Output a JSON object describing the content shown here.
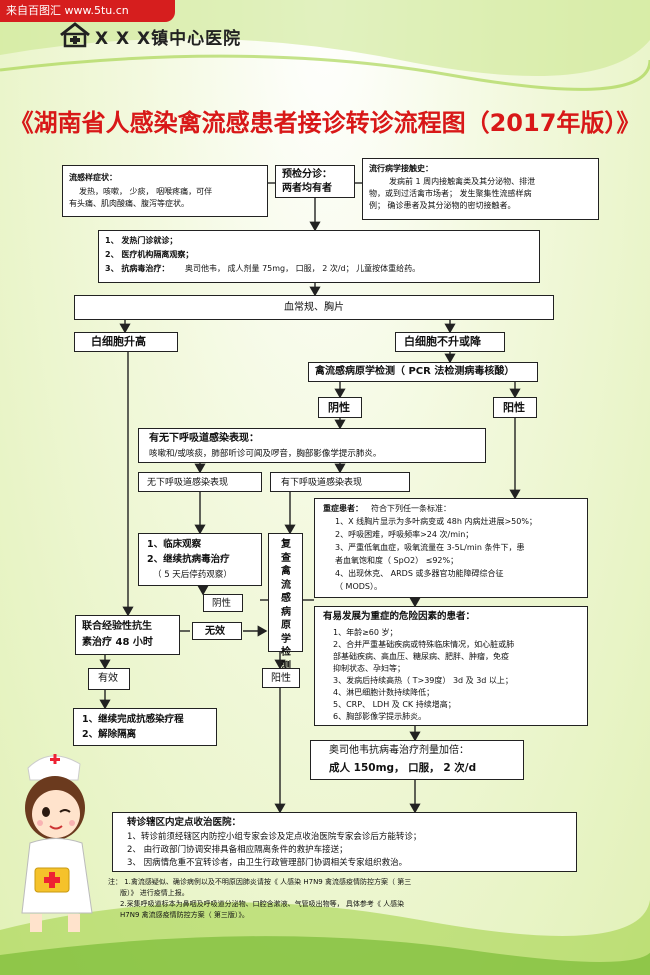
{
  "watermark": "来自百图汇 www.5tu.cn",
  "hospital_name": "X X X镇中心医院",
  "title": "《湖南省人感染禽流感患者接诊转诊流程图（2017年版）》",
  "flu_symptoms": {
    "label": "流感样症状：",
    "text1": "发热，咳嗽， 少痰， 咽喉疼痛，可伴",
    "text2": "有头痛、肌肉酸痛、腹泻等症状。"
  },
  "triage": {
    "line1": "预检分诊：",
    "line2": "两者均有者"
  },
  "epidemiology": {
    "label": "流行病学接触史：",
    "line1": "发病前 1 周内接触禽类及其分泌物、排泄",
    "line2": "物，或到过活禽市场者； 发生聚集性流感样病",
    "line3": "例； 确诊患者及其分泌物的密切接触者。"
  },
  "outpatient": {
    "item1": "1、 发热门诊就诊；",
    "item2": "2、 医疗机构隔离观察；",
    "item3": "3、 抗病毒治疗：",
    "item3_detail": "奥司他韦， 成人剂量 75mg， 口服， 2 次/d； 儿童按体重给药。"
  },
  "blood_test": "血常规、胸片",
  "wbc_high": "白细胞升高",
  "wbc_low": "白细胞不升或降",
  "pcr": "禽流感病原学检测（ PCR 法检测病毒核酸）",
  "negative": "阴性",
  "positive": "阳性",
  "lower_resp": {
    "label": "有无下呼吸道感染表现：",
    "text": "咳嗽和/或咳痰，肺部听诊可闻及啰音，胸部影像学提示肺炎。"
  },
  "no_lower": "无下呼吸道感染表现",
  "has_lower": "有下呼吸道感染表现",
  "observe": {
    "item1": "1、临床观察",
    "item2": "2、继续抗病毒治疗",
    "item3": "（ 5 天后停药观察）"
  },
  "retest": "复查禽流感病原学检测",
  "negative2": "阴性",
  "positive2": "阳性",
  "antibiotic": {
    "line1": "联合经验性抗生",
    "line2": "素治疗 48 小时"
  },
  "ineffective": "无效",
  "effective": "有效",
  "complete": {
    "item1": "1、继续完成抗感染疗程",
    "item2": "2、解除隔离"
  },
  "severe": {
    "label": "重症患者：",
    "intro": "符合下列任一条标准：",
    "c1": "1、X 线胸片显示为多叶病变或 48h 内病灶进展>50%；",
    "c2": "2、呼吸困难，呼吸频率>24 次/min；",
    "c3a": "3、严重低氧血症，吸氧流量在 3-5L/min 条件下，患",
    "c3b": "者血氧饱和度（ SpO2） ≤92%；",
    "c4a": "4、出现休克、 ARDS 或多器官功能障碍综合征",
    "c4b": "（ MODS）。"
  },
  "risk": {
    "label": "有易发展为重症的危险因素的患者：",
    "r1": "1、年龄≥60 岁；",
    "r2a": "2、合并严重基础疾病或特殊临床情况，如心脏或肺",
    "r2b": "部基础疾病、高血压、糖尿病、肥胖、肿瘤，免疫",
    "r2c": "抑制状态、孕妇等；",
    "r3": "3、发病后持续高热（ T>39度） 3d 及 3d 以上；",
    "r4": "4、淋巴细胞计数持续降低；",
    "r5": "5、CRP、 LDH 及 CK 持续增高；",
    "r6": "6、胸部影像学提示肺炎。"
  },
  "oseltamivir": {
    "line1": "奥司他韦抗病毒治疗剂量加倍：",
    "line2": "成人 150mg， 口服， 2 次/d"
  },
  "transfer": {
    "label": "转诊辖区内定点收治医院：",
    "t1": "1、转诊前须经辖区内防控小组专家会诊及定点收治医院专家会诊后方能转诊；",
    "t2": "2、 由行政部门协调安排具备相应隔离条件的救护车接送；",
    "t3": "3、 因病情危重不宜转诊者，由卫生行政管理部门协调相关专家组织救治。"
  },
  "notes": {
    "n1a": "注： 1.禽流感疑似、确诊病例以及不明原因肺炎请按《 人感染 H7N9 禽流感疫情防控方案（ 第三",
    "n1b": "版）》 进行疫情上报。",
    "n2a": "2.采集呼吸道标本为鼻咽及呼吸道分泌物、口腔含漱液、气管吸出物等， 具体参考《 人感染",
    "n2b": "H7N9 禽流感疫情防控方案（ 第三版）》。"
  },
  "colors": {
    "title": "#d81818",
    "accent_green": "#8dc63f",
    "watermark_bg": "#d61e1e"
  }
}
